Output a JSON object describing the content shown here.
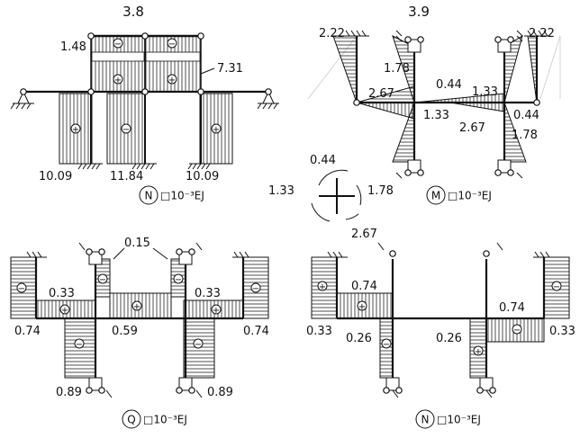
{
  "titles": {
    "left": "3.8",
    "right": "3.9"
  },
  "panels": {
    "n38": {
      "labels": [
        "1.48",
        "7.31",
        "10.09",
        "11.84",
        "10.09"
      ],
      "caption": {
        "letter": "N",
        "unit": "□10⁻³EJ"
      }
    },
    "m39": {
      "labels": [
        "2.22",
        "2.22",
        "1.78",
        "0.44",
        "2.67",
        "1.33",
        "1.33",
        "0.44",
        "2.67",
        "1.78"
      ],
      "caption": {
        "letter": "M",
        "unit": "□10⁻³EJ"
      }
    },
    "joint": {
      "labels": [
        "0.44",
        "1.33",
        "1.78",
        "2.67"
      ]
    },
    "q": {
      "labels": [
        "0.15",
        "0.33",
        "0.33",
        "0.74",
        "0.59",
        "0.74",
        "0.89",
        "0.89"
      ],
      "caption": {
        "letter": "Q",
        "unit": "□10⁻³EJ"
      }
    },
    "n39": {
      "labels": [
        "0.74",
        "0.74",
        "0.33",
        "0.26",
        "0.26",
        "0.33"
      ],
      "caption": {
        "letter": "N",
        "unit": "□10⁻³EJ"
      }
    }
  }
}
